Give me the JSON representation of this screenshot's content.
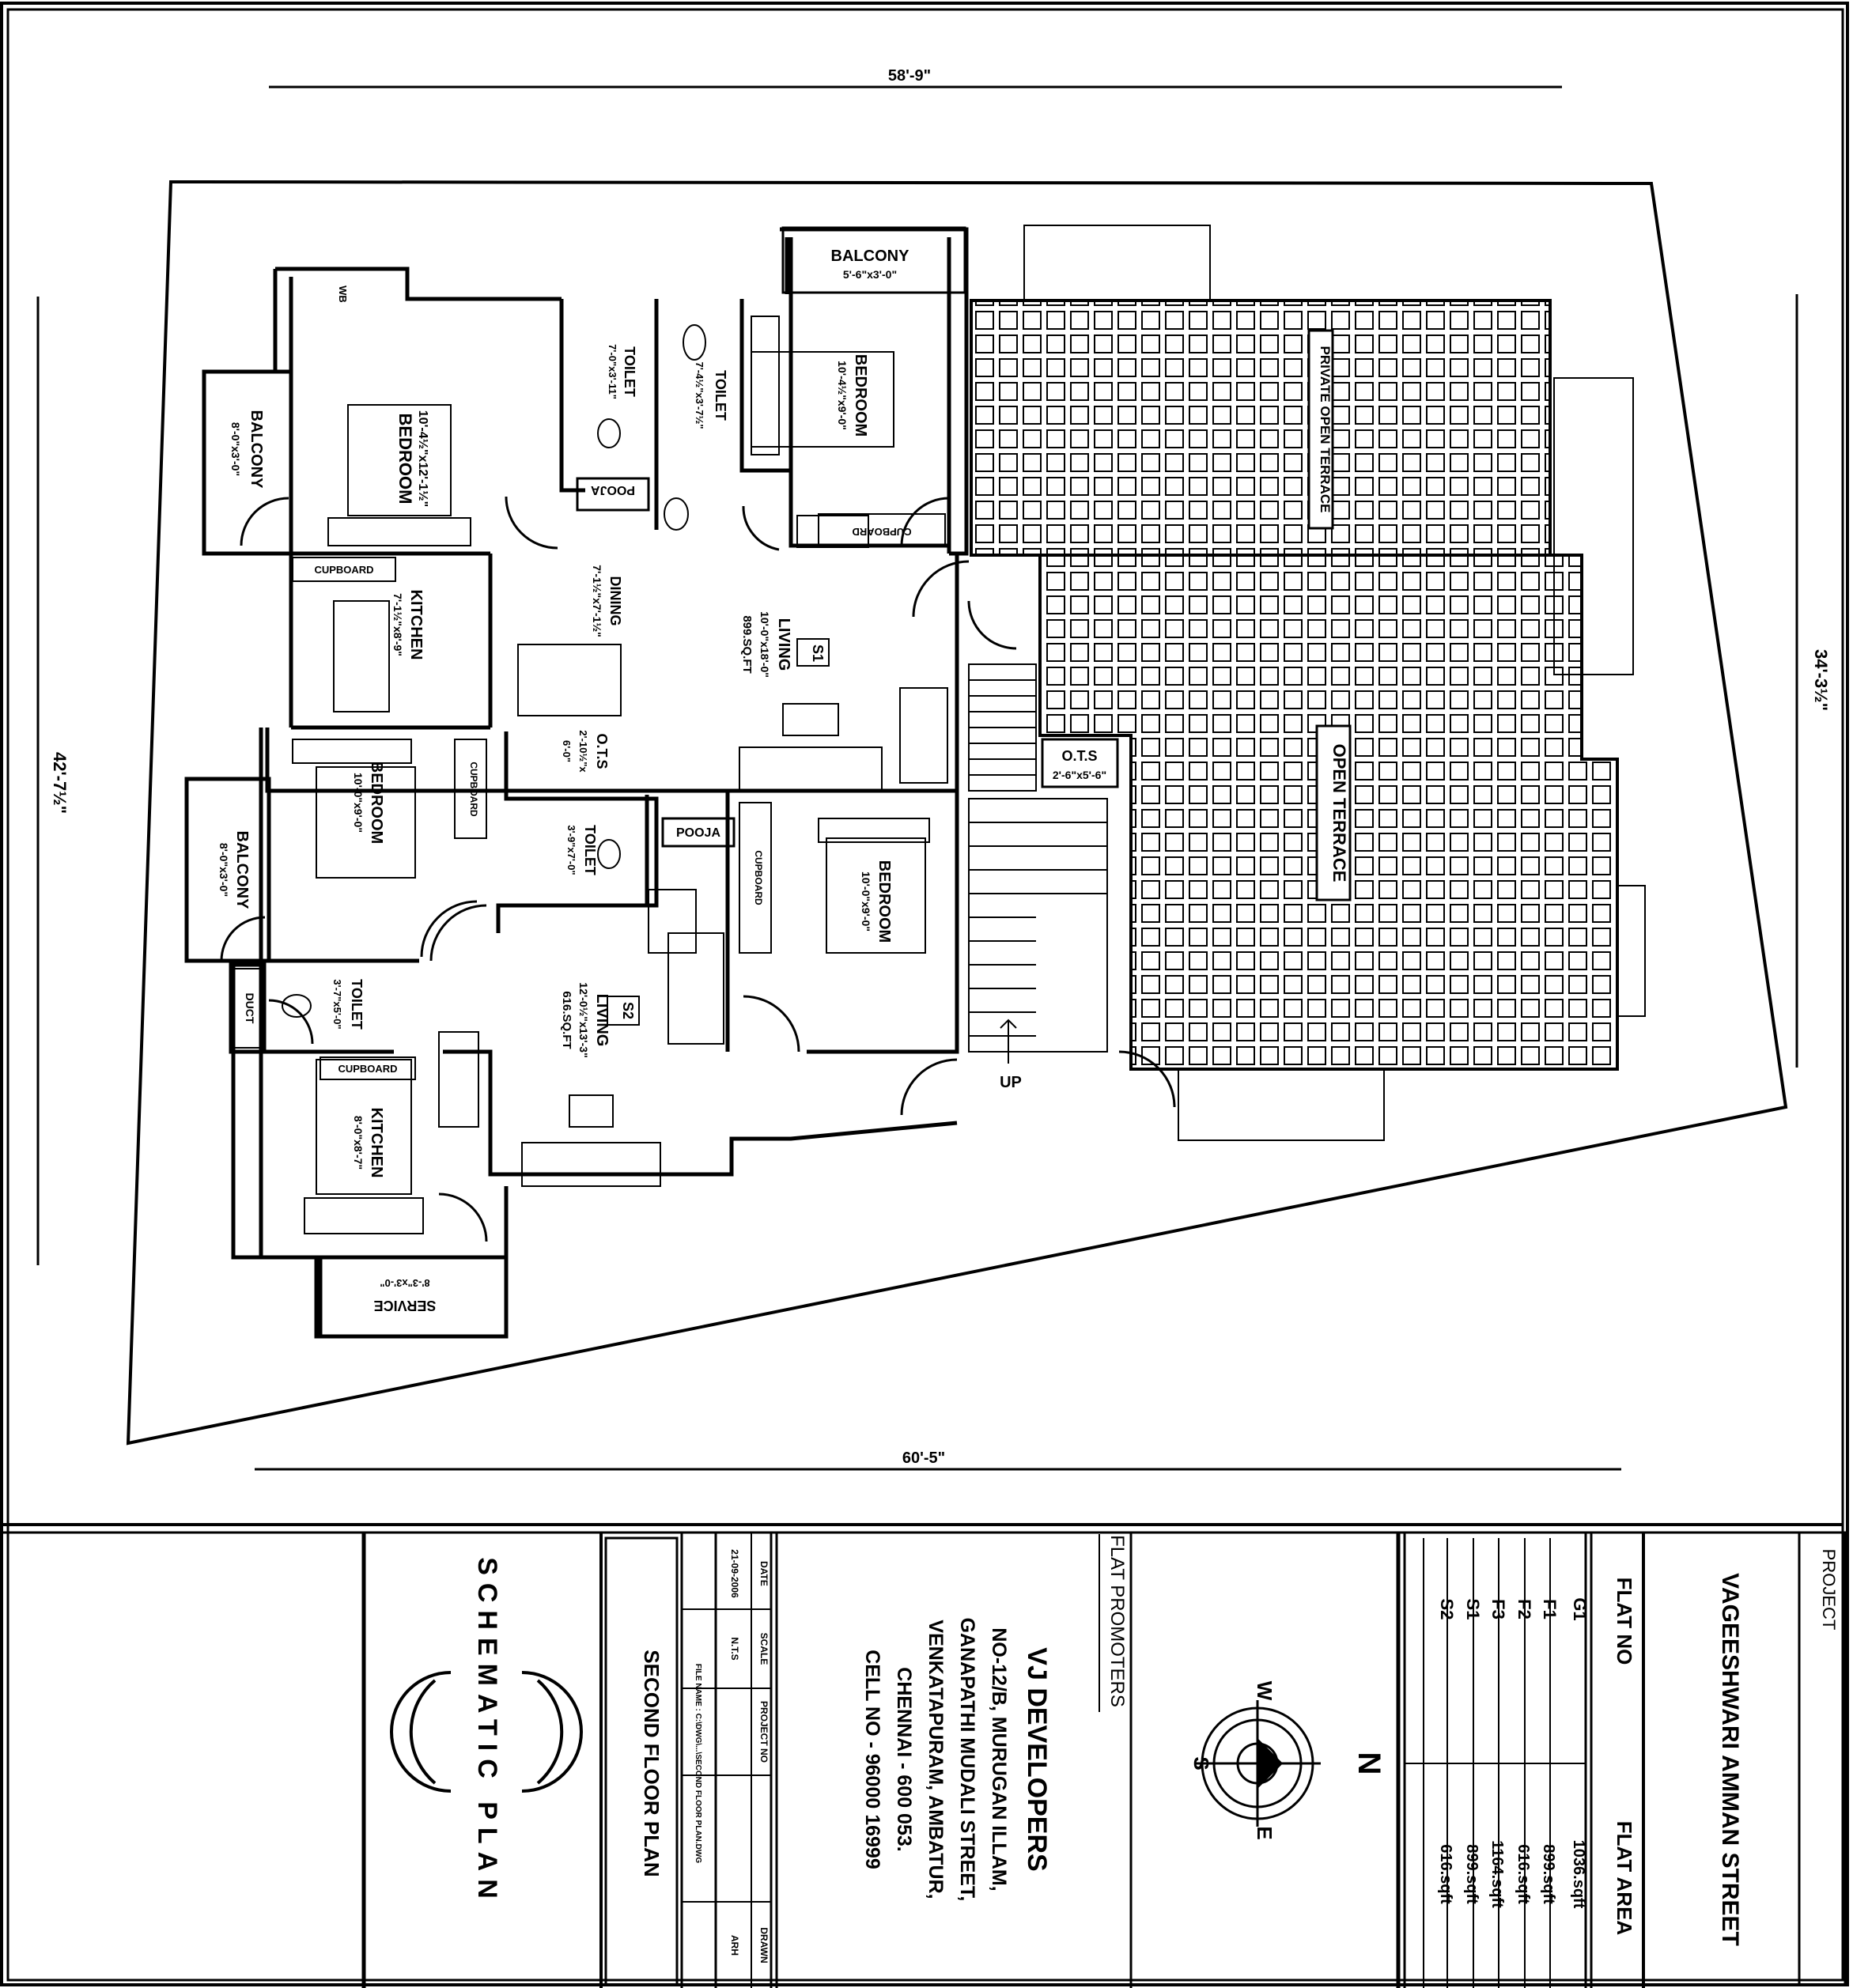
{
  "dimensions": {
    "top": "58'-9\"",
    "bottom": "60'-5\"",
    "left": "42'-7½\"",
    "right": "34'-3½\""
  },
  "rooms": {
    "wb": "WB",
    "bedroom1": {
      "name": "BEDROOM",
      "size": "10'-4½\"x12'-1½\""
    },
    "balcony_left_top": {
      "name": "BALCONY",
      "size": "8'-0\"x3'-0\""
    },
    "toilet1": {
      "name": "TOILET",
      "size": "7'-0\"x3'-11\""
    },
    "toilet2": {
      "name": "TOILET",
      "size": "7'-4½\"x3'-7½\""
    },
    "bedroom2": {
      "name": "BEDROOM",
      "size": "10'-4½\"x9'-0\""
    },
    "balcony_top": {
      "name": "BALCONY",
      "size": "5'-6\"x3'-0\""
    },
    "pooja1": "POOJA",
    "cupboard_bedroom2": "CUPBOARD",
    "cupboard_kitchen1": "CUPBOARD",
    "kitchen1": {
      "name": "KITCHEN",
      "size": "7'-1½\"x8'-9\""
    },
    "dining": {
      "name": "DINING",
      "size": "7'-1½\"x7'-1½\""
    },
    "living_s1": {
      "name": "LIVING",
      "size": "10'-0\"x18'-0\"",
      "area": "899.SQ.FT",
      "flat": "S1"
    },
    "ots1": {
      "name": "O.T.S",
      "size": "2'-10½\"x",
      "size2": "6'-0\""
    },
    "bedroom3": {
      "name": "BEDROOM",
      "size": "10'-0\"x9'-0\""
    },
    "cupboard_bedroom3": "CUPBOARD",
    "balcony_left_bottom": {
      "name": "BALCONY",
      "size": "8'-0\"x3'-0\""
    },
    "toilet3": {
      "name": "TOILET",
      "size": "3'-9\"x7'-0\""
    },
    "pooja2": "POOJA",
    "cupboard_bedroom4": "CUPBOARD",
    "bedroom4": {
      "name": "BEDROOM",
      "size": "10'-0\"x9'-0\""
    },
    "living_s2": {
      "name": "LIVING",
      "size": "12'-0½\"x13'-3\"",
      "area": "616.SQ.FT",
      "flat": "S2"
    },
    "duct": "DUCT",
    "toilet4": {
      "name": "TOILET",
      "size": "3'-7\"x5'-0\""
    },
    "cupboard_kitchen2": "CUPBOARD",
    "kitchen2": {
      "name": "KITCHEN",
      "size": "8'-0\"x8'-7\""
    },
    "service": {
      "name": "SERVICE",
      "size": "8'-3\"x3'-0\""
    },
    "ots2": {
      "name": "O.T.S",
      "size": "2'-6\"x5'-6\""
    },
    "up": "UP",
    "private_terrace": "PRIVATE OPEN TERRACE",
    "open_terrace": "OPEN TERRACE"
  },
  "title_block": {
    "schematic": "SCHEMATIC PLAN",
    "drawing_title": "SECOND FLOOR PLAN",
    "meta": {
      "date_label": "DATE",
      "date_value": "21-09-2006",
      "scale_label": "SCALE",
      "scale_value": "N.T.S",
      "project_label": "PROJECT NO",
      "drawn_label": "DRAWN",
      "drawn_value": "ARH",
      "file_label": "FILE NAME : C:\\DWG\\...\\SECOND FLOOR PLAN.DWG"
    },
    "developer": {
      "name": "VJ DEVELOPERS",
      "line1": "NO-12/B, MURUGAN ILLAM,",
      "line2": "GANAPATHI MUDALI STREET,",
      "line3": "VENKATAPURAM, AMBATUR,",
      "line4": "CHENNAI - 600 053.",
      "line5": "CELL NO - 96000 16999"
    },
    "promoters": "FLAT PROMOTERS",
    "compass": {
      "n": "N",
      "s": "S",
      "e": "E",
      "w": "W"
    },
    "flats_header": {
      "no": "FLAT NO",
      "area": "FLAT AREA"
    },
    "flats": [
      {
        "no": "G1",
        "area": "1036.sqft"
      },
      {
        "no": "F1",
        "area": "899.sqft"
      },
      {
        "no": "F2",
        "area": "616.sqft"
      },
      {
        "no": "F3",
        "area": "1164.sqft"
      },
      {
        "no": "S1",
        "area": "899.sqft"
      },
      {
        "no": "S2",
        "area": "616.sqft"
      }
    ],
    "street": "VAGEESHWARI AMMAN STREET",
    "project_label": "PROJECT"
  },
  "colors": {
    "ink": "#000000",
    "paper": "#ffffff"
  }
}
